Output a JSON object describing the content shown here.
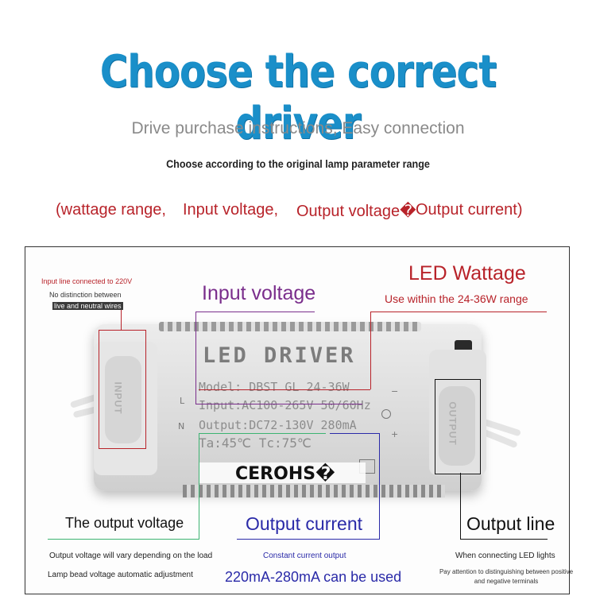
{
  "header": {
    "headline": "Choose the correct driver",
    "subtitle": "Drive purchase instructions, Easy connection",
    "instruction": "Choose according to the original lamp parameter range"
  },
  "parameters": {
    "wattage": "(wattage range,",
    "input_voltage": "Input voltage,",
    "output_voltage": "Output voltage�",
    "output_current": "Output current)"
  },
  "driver": {
    "title": "LED DRIVER",
    "model": "Model: DBST GL 24-36W",
    "input": "Input:AC100-265V 50/60Hz",
    "output": "Output:DC72-130V 280mA",
    "temperature": "Ta:45℃ Tc:75℃",
    "certification": "CEROHS�",
    "left_plug": "INPUT",
    "right_plug": "OUTPUT",
    "terminal_l": "L",
    "terminal_n": "N",
    "terminal_minus": "−",
    "terminal_plus": "+"
  },
  "callouts": {
    "input_voltage": "Input voltage",
    "led_wattage": "LED Wattage",
    "wattage_note": "Use within the 24-36W range",
    "input_line": "Input line connected to 220V",
    "no_distinction": "No distinction between",
    "live_neutral": "live and neutral wires",
    "output_voltage": "The output voltage",
    "output_current": "Output current",
    "output_line": "Output line"
  },
  "notes": {
    "voltage_vary": "Output voltage will vary depending on the load",
    "voltage_auto": "Lamp bead voltage automatic adjustment",
    "constant_current": "Constant current output",
    "current_range": "220mA-280mA can be used",
    "connecting": "When connecting LED lights",
    "polarity": "Pay attention to distinguishing between positive and negative terminals"
  },
  "colors": {
    "headline": "#1a8fc9",
    "red": "#b8232a",
    "purple": "#7a2e8c",
    "blue": "#2a2aa8",
    "green": "#3cb371"
  }
}
